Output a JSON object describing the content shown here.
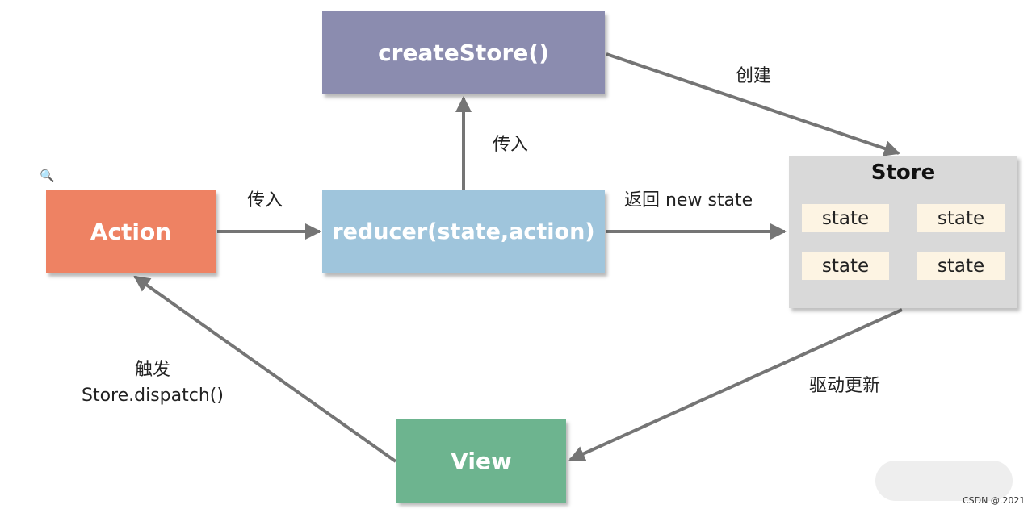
{
  "nodes": {
    "create_store": "createStore()",
    "action": "Action",
    "reducer": "reducer(state,action)",
    "view": "View",
    "store": {
      "title": "Store",
      "cells": [
        "state",
        "state",
        "state",
        "state"
      ]
    }
  },
  "edges": {
    "store_created": "创建",
    "passed_to_create": "传入",
    "passed_to_reducer": "传入",
    "returns_new_state": "返回 new state",
    "drives_update": "驱动更新",
    "triggers": "触发",
    "dispatch": "Store.dispatch()"
  },
  "colors": {
    "create_store": "#8b8caf",
    "action": "#ee8263",
    "reducer": "#9fc5dc",
    "view": "#6db48f",
    "store": "#d9d9d9",
    "state_cell": "#fdf4e3",
    "arrow": "#757575"
  },
  "icons": {
    "zoom": "zoom-in-icon"
  },
  "footer": {
    "credit": "CSDN @.2021"
  }
}
